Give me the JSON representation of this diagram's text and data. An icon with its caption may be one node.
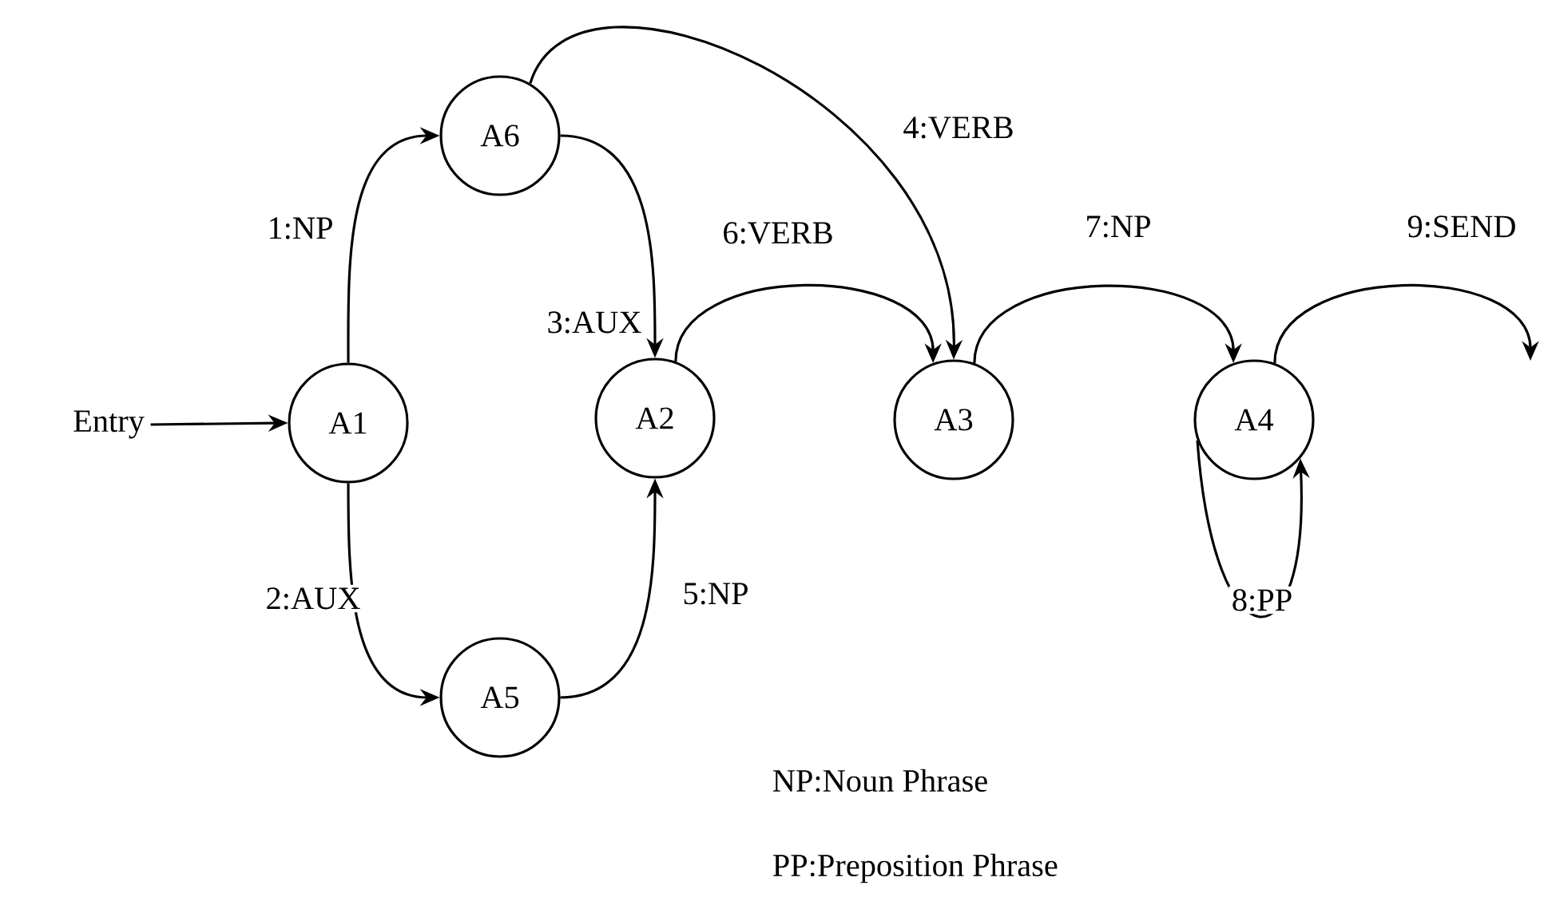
{
  "diagram": {
    "nodes": [
      {
        "text": [
          "Entry"
        ]
      },
      {
        "text": [
          "A1"
        ]
      },
      {
        "text": [
          "A6"
        ]
      },
      {
        "text": [
          "A5"
        ]
      },
      {
        "text": [
          "A2"
        ]
      },
      {
        "text": [
          "A3"
        ]
      },
      {
        "text": [
          "A4"
        ]
      }
    ],
    "edges": [
      {
        "from": 0,
        "to": 1,
        "arrow": "to"
      },
      {
        "from": 1,
        "to": 2,
        "arrow": "to",
        "label": "1:NP"
      },
      {
        "from": 1,
        "to": 3,
        "arrow": "to",
        "label": "2:AUX"
      },
      {
        "from": 2,
        "to": 4,
        "arrow": "to",
        "label": "3:AUX"
      },
      {
        "from": 2,
        "to": 5,
        "arrow": "to",
        "label": "4:VERB"
      },
      {
        "from": 3,
        "to": 4,
        "arrow": "to",
        "label": "5:NP"
      },
      {
        "from": 4,
        "to": 5,
        "arrow": "to",
        "label": "6:VERB"
      },
      {
        "from": 5,
        "to": 6,
        "arrow": "to",
        "label": "7:NP"
      },
      {
        "from": 6,
        "to": 6,
        "arrow": "to",
        "label": "8:PP"
      },
      {
        "from": 6,
        "to": null,
        "arrow": "to",
        "label": "9:SEND"
      }
    ],
    "labels": [
      "NP:Noun Phrase",
      "PP:Preposition Phrase"
    ]
  }
}
